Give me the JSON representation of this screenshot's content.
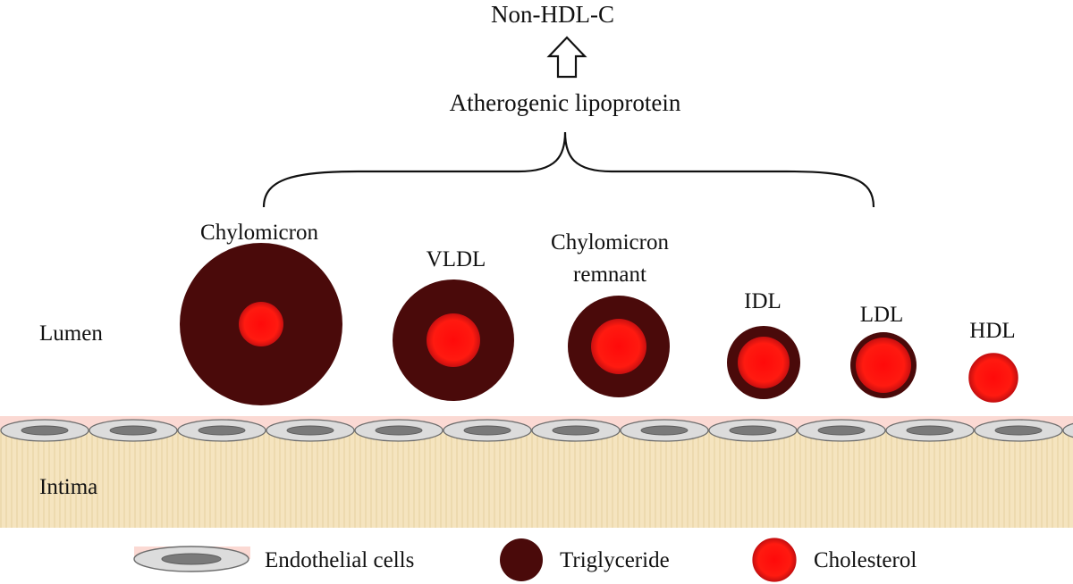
{
  "title": "Non-HDL-C",
  "group_label": "Atherogenic lipoprotein",
  "region_labels": {
    "lumen": "Lumen",
    "intima": "Intima"
  },
  "colors": {
    "triglyceride": "#4a0a0a",
    "cholesterol": "#ff0a0a",
    "cholesterol_glow": "#ff3b2a",
    "endothelium_band": "#fbd9d3",
    "intima": "#f5e4bf",
    "intima_stripe": "#ead5a8",
    "cell_fill": "#dcdcdc",
    "cell_stroke": "#6d6d6d",
    "cell_nucleus": "#7a7a7a"
  },
  "particles": [
    {
      "name": "Chylomicron",
      "label_lines": [
        "Chylomicron"
      ]
    },
    {
      "name": "VLDL",
      "label_lines": [
        "VLDL"
      ]
    },
    {
      "name": "Chylomicron remnant",
      "label_lines": [
        "Chylomicron",
        "remnant"
      ]
    },
    {
      "name": "IDL",
      "label_lines": [
        "IDL"
      ]
    },
    {
      "name": "LDL",
      "label_lines": [
        "LDL"
      ]
    },
    {
      "name": "HDL",
      "label_lines": [
        "HDL"
      ]
    }
  ],
  "legend": {
    "endothelial": "Endothelial cells",
    "triglyceride": "Triglyceride",
    "cholesterol": "Cholesterol"
  }
}
